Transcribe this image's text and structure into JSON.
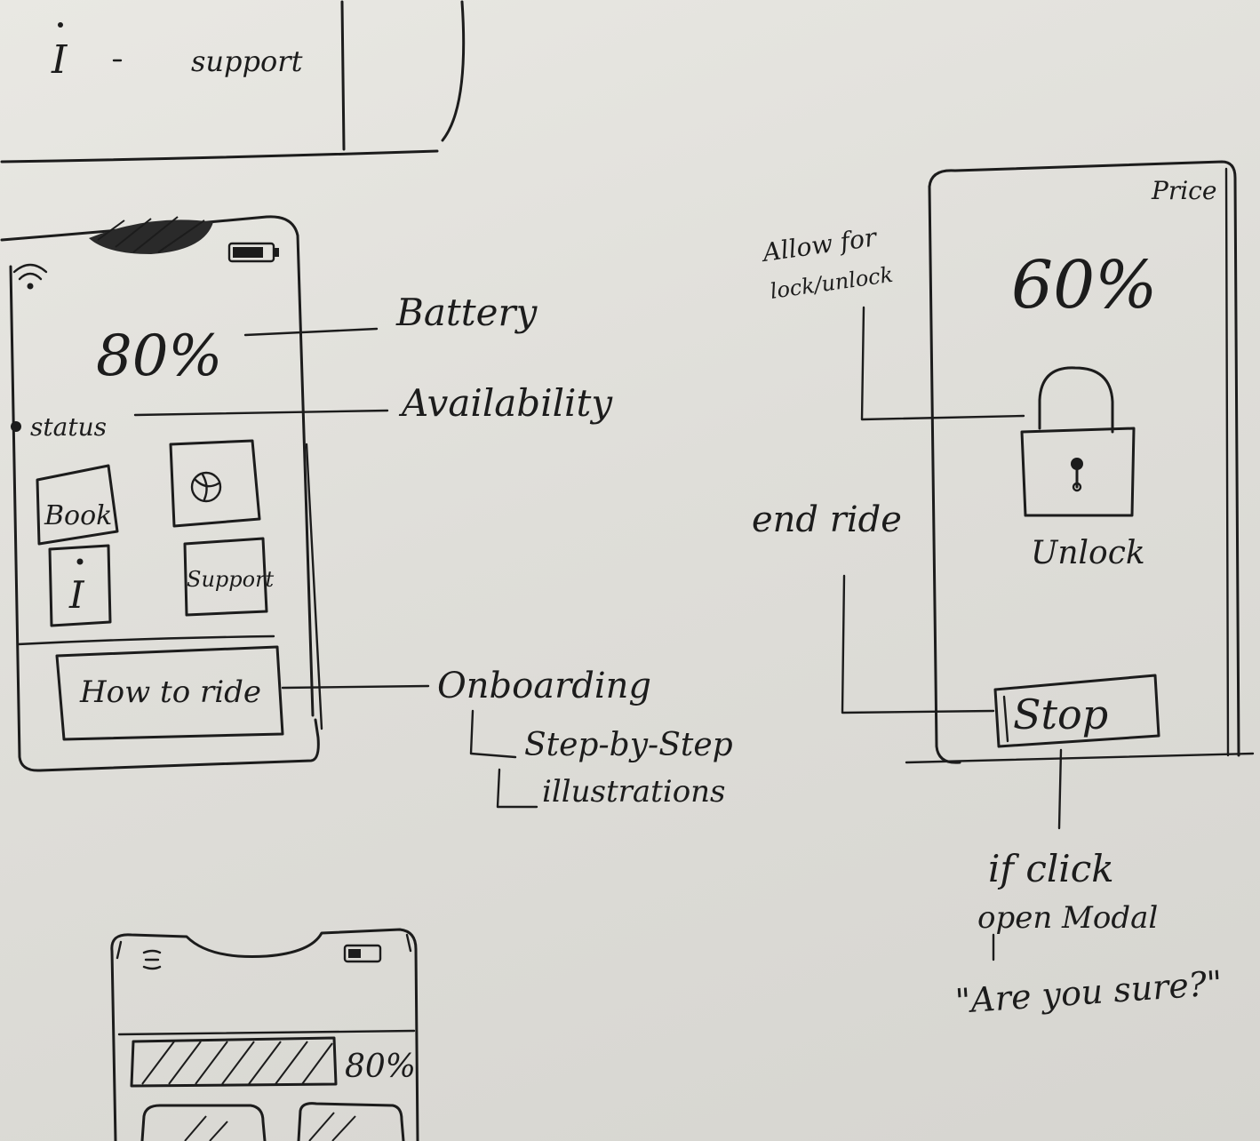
{
  "top_fragment": {
    "info_glyph": "I",
    "support_label": "support"
  },
  "phone1": {
    "battery_value": "80%",
    "status_label": "status",
    "book_button": "Book",
    "info_button": "I",
    "support_button": "Support",
    "how_to_ride_button": "How to ride"
  },
  "annotations": {
    "battery": "Battery",
    "availability": "Availability",
    "onboarding": "Onboarding",
    "step_by_step": "Step-by-Step",
    "illustrations": "illustrations",
    "allow_line1": "Allow for",
    "allow_line2": "lock/unlock",
    "end_ride": "end ride",
    "if_click": "if click",
    "open_modal": "open Modal",
    "are_you_sure": "\"Are you sure?\""
  },
  "phone2": {
    "price_label": "Price",
    "battery_value": "60%",
    "unlock_label": "Unlock",
    "stop_button": "Stop"
  },
  "phone3": {
    "battery_value": "80%"
  }
}
